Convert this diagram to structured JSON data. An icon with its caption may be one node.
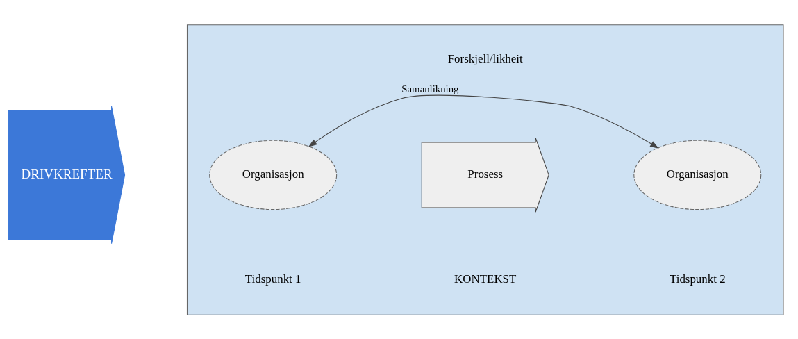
{
  "diagram": {
    "nodes": [
      {
        "text": [],
        "shape": "box"
      },
      {
        "text": [
          "DRIVKREFTER"
        ]
      },
      {
        "text": [
          "Organisasjon"
        ],
        "in": 0
      },
      {
        "text": [
          "Prosess"
        ],
        "in": 0
      },
      {
        "text": [
          "Organisasjon"
        ],
        "in": 0
      }
    ],
    "edges": [
      {
        "from": 2,
        "to": 4,
        "arrow": "both",
        "label": "Samanlikning"
      }
    ],
    "labels": [
      "Forskjell/likheit",
      "Tidspunkt 1",
      "KONTEKST",
      "Tidspunkt 2"
    ]
  }
}
